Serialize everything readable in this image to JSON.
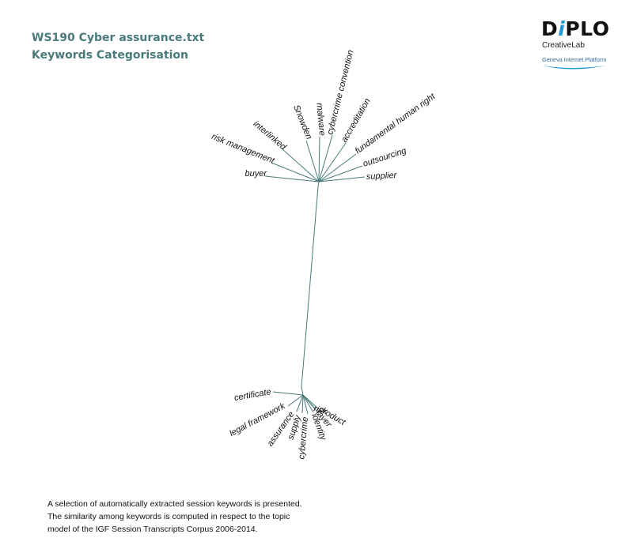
{
  "header": {
    "title": "WS190 Cyber assurance.txt",
    "subtitle": "Keywords Categorisation"
  },
  "logo": {
    "brand": "DiPLO",
    "line1": "CreativeLab",
    "line2": "Geneva Internet Platform"
  },
  "diagram": {
    "type": "keyword-tree",
    "edge_color": "#4a7b7c",
    "upper_cluster_keywords": [
      "buyer",
      "risk management",
      "interlinked",
      "Snowden",
      "malware",
      "cybercrime convention",
      "accreditation",
      "fundamental human right",
      "outsourcing",
      "supplier"
    ],
    "lower_cluster_keywords": [
      "certificate",
      "legal framework",
      "assurance",
      "supply",
      "cybercrime",
      "identity",
      "layer",
      "product",
      "risk"
    ]
  },
  "footer": {
    "lines": [
      "A selection of automatically extracted session keywords is presented.",
      "The similarity among keywords is computed in respect to the topic",
      "model of the IGF Session Transcripts Corpus 2006-2014."
    ]
  }
}
